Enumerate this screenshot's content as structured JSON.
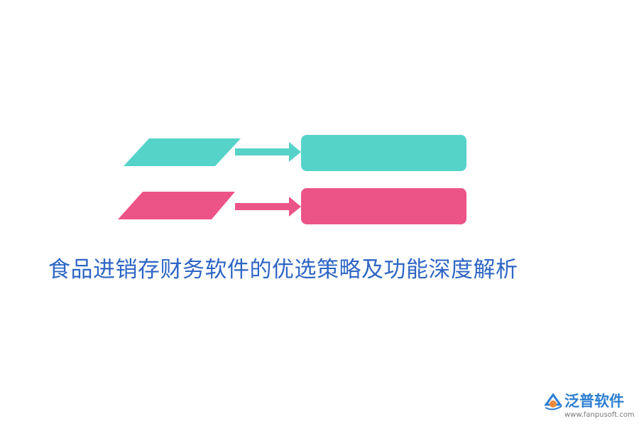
{
  "title": "食品进销存财务软件的优选策略及功能深度解析",
  "colors": {
    "teal": "#56d3c9",
    "pink": "#ec5488",
    "title": "#2f66c5",
    "logo_text": "#2e7fd1",
    "logo_orange": "#f0883a",
    "url": "#777777"
  },
  "logo": {
    "name": "泛普软件",
    "url": "www.fanpusoft.com",
    "icon": "fanpu-logo-icon"
  },
  "diagram": {
    "rows": [
      {
        "color_key": "teal",
        "shapes": [
          "parallelogram",
          "arrow-right",
          "rounded-rectangle"
        ]
      },
      {
        "color_key": "pink",
        "shapes": [
          "parallelogram",
          "arrow-right",
          "rounded-rectangle"
        ]
      }
    ]
  }
}
